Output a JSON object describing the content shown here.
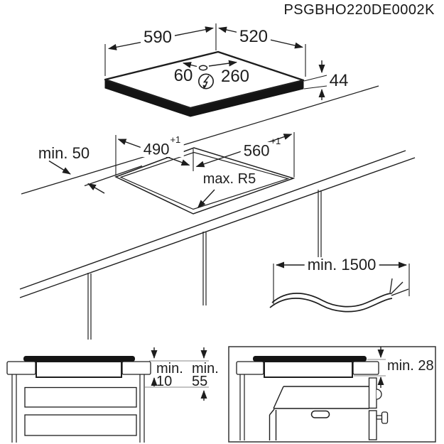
{
  "drawing_code": "PSGBHO220DE0002K",
  "colors": {
    "line": "#1d1d1d",
    "fill_dark": "#141414",
    "background": "#ffffff",
    "ref_line": "#8a8a8a"
  },
  "hob_top_view": {
    "width": "590",
    "depth": "520",
    "height": "44",
    "connection_offset_left": "60",
    "connection_offset_right": "260",
    "power_symbol": "lightning-circle-icon"
  },
  "cutout_view": {
    "wall_clearance": "min. 50",
    "cutout_depth": "490",
    "cutout_depth_tolerance": "+1",
    "cutout_width": "560",
    "cutout_width_tolerance": "+1",
    "corner_radius": "max. R5"
  },
  "cable_view": {
    "cable_length": "min. 1500"
  },
  "drawer_install_view": {
    "gap_label": "min.",
    "gap_value": "10",
    "clearance_label": "min.",
    "clearance_value": "55"
  },
  "oven_install_view": {
    "clearance": "min. 28"
  }
}
